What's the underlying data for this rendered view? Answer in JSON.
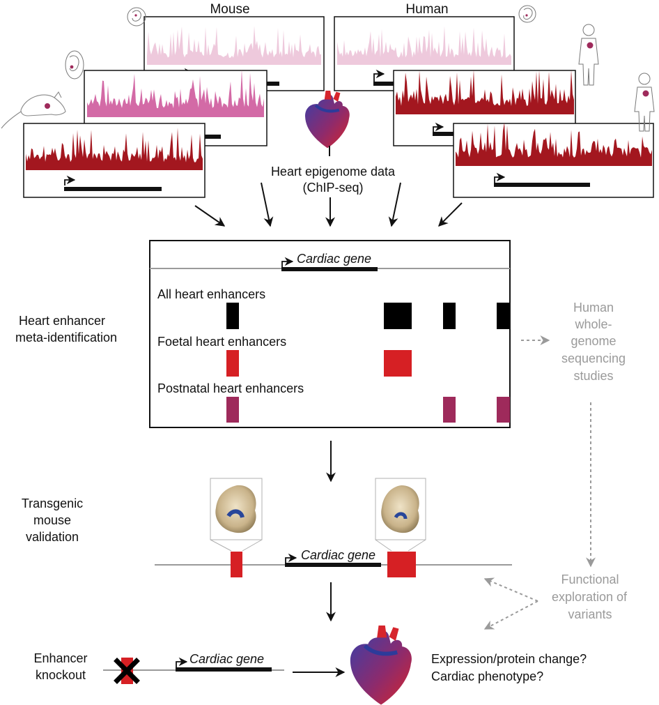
{
  "titles": {
    "mouse": "Mouse",
    "human": "Human"
  },
  "data_label": {
    "line1": "Heart epigenome data",
    "line2": "(ChIP-seq)"
  },
  "gene_label": "Cardiac gene",
  "meta_box": {
    "all": "All heart enhancers",
    "foetal": "Foetal heart enhancers",
    "postnatal": "Postnatal heart enhancers"
  },
  "steps": {
    "meta_id": {
      "line1": "Heart enhancer",
      "line2": "meta-identification"
    },
    "transgenic": {
      "line1": "Transgenic",
      "line2": "mouse",
      "line3": "validation"
    },
    "knockout": {
      "line1": "Enhancer",
      "line2": "knockout"
    }
  },
  "side": {
    "wgs": {
      "line1": "Human",
      "line2": "whole-",
      "line3": "genome",
      "line4": "sequencing",
      "line5": "studies"
    },
    "functional": {
      "line1": "Functional",
      "line2": "exploration of",
      "line3": "variants"
    }
  },
  "outcome": {
    "line1": "Expression/protein change?",
    "line2": "Cardiac phenotype?"
  },
  "colors": {
    "adult_track": "#a3171f",
    "mid_track": "#d36aa6",
    "early_track": "#eec9dc",
    "all_enhancer": "#000000",
    "foetal_enhancer": "#d62024",
    "postnatal_enhancer": "#9e2a5b",
    "side_text": "#a0a0a0"
  },
  "icons": [
    "mouse-embryo-icon",
    "mouse-pup-icon",
    "adult-mouse-icon",
    "human-embryo-icon",
    "human-body-icon",
    "heart-icon",
    "stained-embryo-image",
    "knockout-x-icon"
  ]
}
